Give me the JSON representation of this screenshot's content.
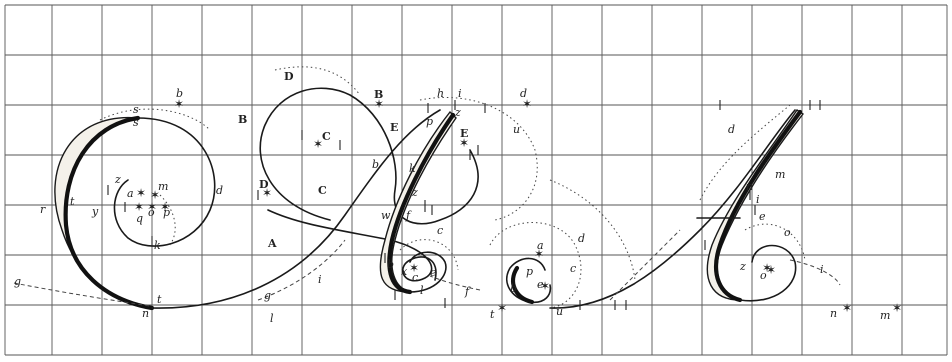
{
  "labels_italic": {
    "b1": "b",
    "s1": "s",
    "s2": "s",
    "z1": "z",
    "a1": "a",
    "m1": "m",
    "r1": "r",
    "t1": "t",
    "y1": "y",
    "q1": "q",
    "o1": "o",
    "p1": "p",
    "d1": "d",
    "k1": "k",
    "g1": "g",
    "n1": "n",
    "t2": "t",
    "h1": "h",
    "i1": "i",
    "p2": "p",
    "z2": "z",
    "u1": "u",
    "d2": "d",
    "b2": "b",
    "k2": "k",
    "z3": "z",
    "w1": "w",
    "f1": "f",
    "c1": "c",
    "b3": "b",
    "x1": "x",
    "c2": "c",
    "e1": "e",
    "l1": "l",
    "f2": "f",
    "i2": "i",
    "g2": "g",
    "l2": "l",
    "a2": "a",
    "d3": "d",
    "c3": "c",
    "b4": "b",
    "p3": "p",
    "e2": "e",
    "t3": "t",
    "u2": "u",
    "d4": "d",
    "n2": "n",
    "m2": "m",
    "i3": "i",
    "e3": "e",
    "o2": "o",
    "z4": "z",
    "o3": "o",
    "i4": "i",
    "n3": "n",
    "m3": "m"
  },
  "labels_caps": {
    "D1": "D",
    "B1": "B",
    "C1": "C",
    "B2": "B",
    "E1": "E",
    "E2": "E",
    "D2": "D",
    "C2": "C",
    "A1": "A"
  }
}
